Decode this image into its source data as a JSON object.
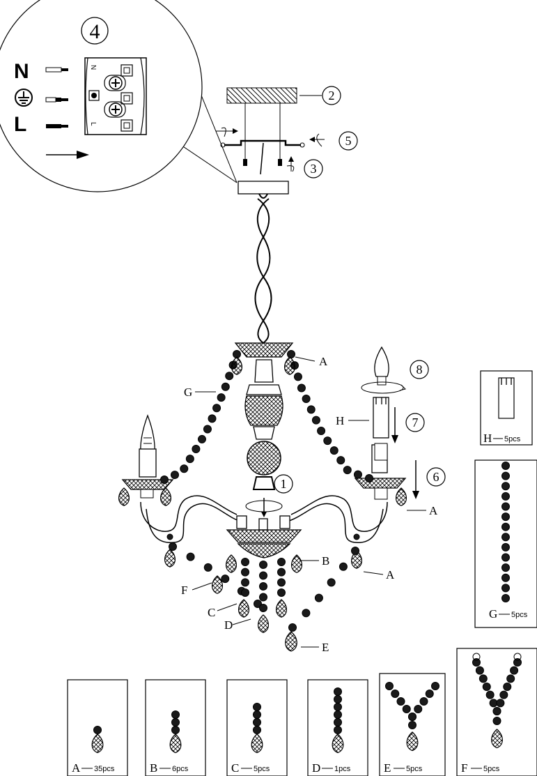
{
  "steps": {
    "s1": "1",
    "s2": "2",
    "s3": "3",
    "s4": "4",
    "s5": "5",
    "s6": "6",
    "s7": "7",
    "s8": "8"
  },
  "wiring": {
    "neutral": "N",
    "earth_symbol": "⏚",
    "live": "L",
    "terminal_n": "N",
    "terminal_l": "L"
  },
  "callouts": {
    "a_top": "A",
    "a_right_arm": "A",
    "a_right_lower": "A",
    "b": "B",
    "c": "C",
    "d": "D",
    "e": "E",
    "f": "F",
    "g": "G",
    "h": "H"
  },
  "parts": [
    {
      "letter": "A",
      "qty": "35pcs"
    },
    {
      "letter": "B",
      "qty": "6pcs"
    },
    {
      "letter": "C",
      "qty": "5pcs"
    },
    {
      "letter": "D",
      "qty": "1pcs"
    },
    {
      "letter": "E",
      "qty": "5pcs"
    },
    {
      "letter": "F",
      "qty": "5pcs"
    },
    {
      "letter": "G",
      "qty": "5pcs"
    },
    {
      "letter": "H",
      "qty": "5pcs"
    }
  ]
}
